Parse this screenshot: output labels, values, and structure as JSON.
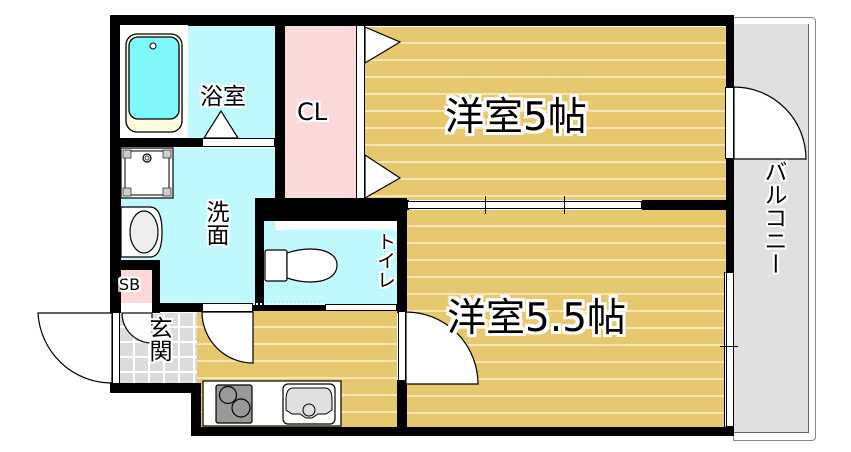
{
  "floorplan": {
    "rooms": {
      "bathroom": {
        "label": "浴室"
      },
      "closet": {
        "label": "CL"
      },
      "western_room_1": {
        "label": "洋室5帖",
        "size_jo": 5
      },
      "washroom": {
        "label": "洗面"
      },
      "toilet": {
        "label": "トイレ"
      },
      "shoe_box": {
        "label": "SB"
      },
      "entrance": {
        "label": "玄関"
      },
      "western_room_2": {
        "label": "洋室5.5帖",
        "size_jo": 5.5
      },
      "balcony": {
        "label": "バルコニー"
      },
      "kitchen": {
        "label": ""
      }
    },
    "colors": {
      "wood_floor": "#e8c86e",
      "wood_stripe": "#f6e7b4",
      "wet_area": "#bff9fd",
      "closet": "#fdd9d9",
      "entrance_tile": "#dcdcdc",
      "balcony": "#e0e0e0",
      "wall": "#000000",
      "bathtub": "#7ff7fb",
      "stove": "#999999"
    },
    "fixtures": [
      "bathtub-icon",
      "washing-machine-pan-icon",
      "wash-basin-icon",
      "toilet-icon",
      "stove-icon",
      "sink-icon"
    ]
  }
}
